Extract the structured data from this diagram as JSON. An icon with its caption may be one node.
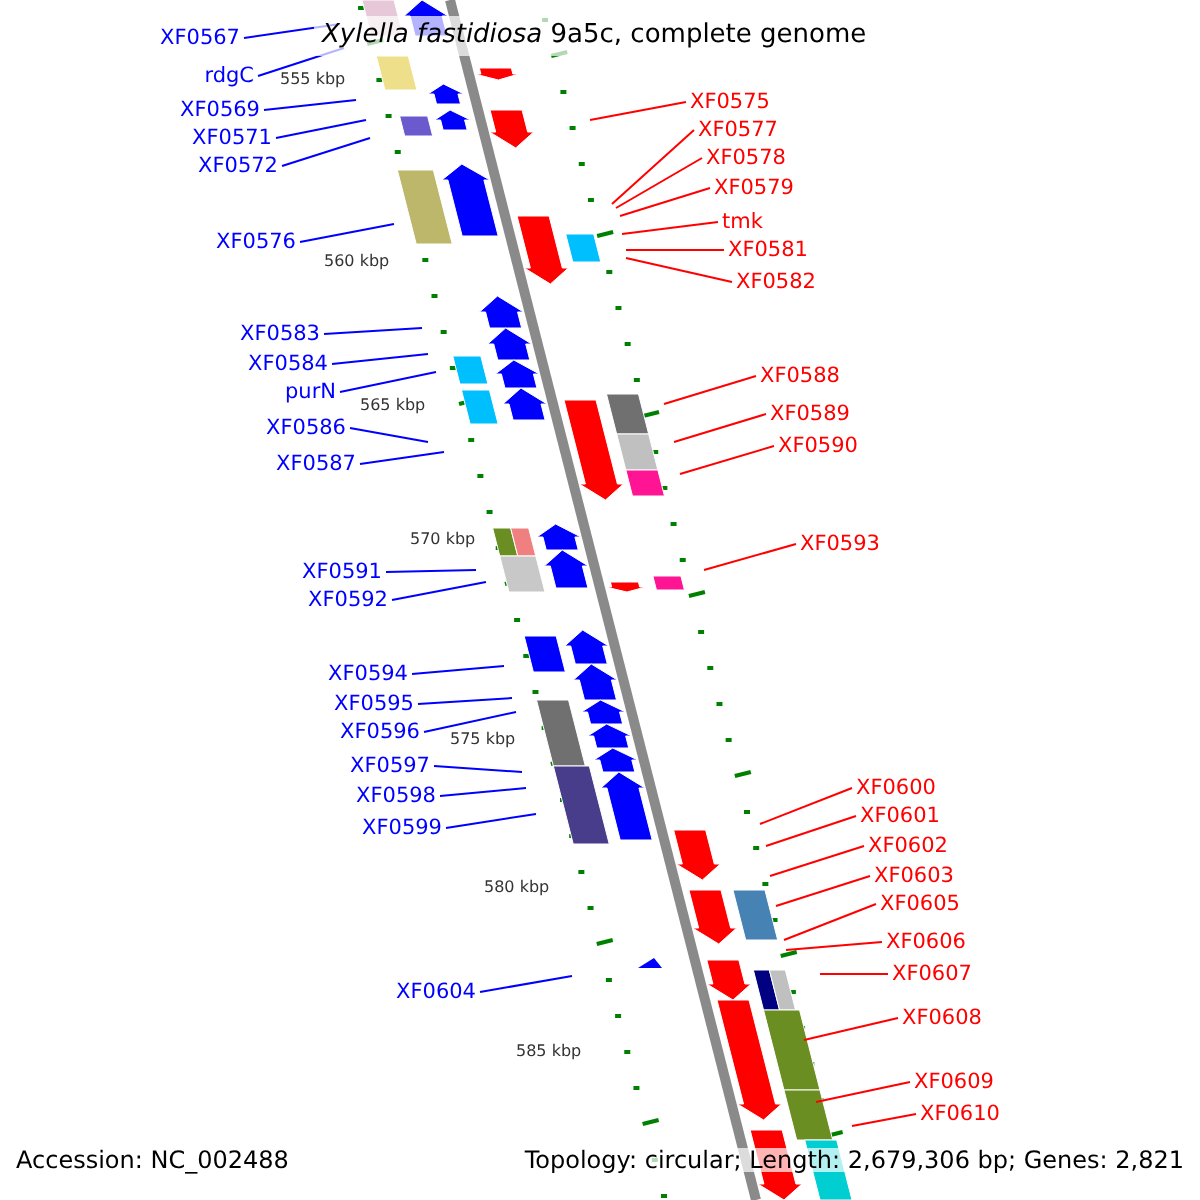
{
  "diagram": {
    "title": "*Xylella fastidiosa* 9a5c, complete genome",
    "nodes": [
      {
        "text": [
          "XF0567"
        ]
      },
      {
        "text": [
          "rdgC"
        ]
      },
      {
        "text": [
          "XF0569"
        ]
      },
      {
        "text": [
          "XF0571"
        ]
      },
      {
        "text": [
          "XF0572"
        ]
      },
      {
        "text": [
          "XF0576"
        ]
      },
      {
        "text": [
          "XF0583"
        ]
      },
      {
        "text": [
          "XF0584"
        ]
      },
      {
        "text": [
          "purN"
        ]
      },
      {
        "text": [
          "XF0586"
        ]
      },
      {
        "text": [
          "XF0587"
        ]
      },
      {
        "text": [
          "XF0591"
        ]
      },
      {
        "text": [
          "XF0592"
        ]
      },
      {
        "text": [
          "XF0594"
        ]
      },
      {
        "text": [
          "XF0595"
        ]
      },
      {
        "text": [
          "XF0596"
        ]
      },
      {
        "text": [
          "XF0597"
        ]
      },
      {
        "text": [
          "XF0598"
        ]
      },
      {
        "text": [
          "XF0599"
        ]
      },
      {
        "text": [
          "XF0604"
        ]
      },
      {
        "text": [
          "XF0575"
        ]
      },
      {
        "text": [
          "XF0577"
        ]
      },
      {
        "text": [
          "XF0578"
        ]
      },
      {
        "text": [
          "XF0579"
        ]
      },
      {
        "text": [
          "tmk"
        ]
      },
      {
        "text": [
          "XF0581"
        ]
      },
      {
        "text": [
          "XF0582"
        ]
      },
      {
        "text": [
          "XF0588"
        ]
      },
      {
        "text": [
          "XF0589"
        ]
      },
      {
        "text": [
          "XF0590"
        ]
      },
      {
        "text": [
          "XF0593"
        ]
      },
      {
        "text": [
          "XF0600"
        ]
      },
      {
        "text": [
          "XF0601"
        ]
      },
      {
        "text": [
          "XF0602"
        ]
      },
      {
        "text": [
          "XF0603"
        ]
      },
      {
        "text": [
          "XF0605"
        ]
      },
      {
        "text": [
          "XF0606"
        ]
      },
      {
        "text": [
          "XF0607"
        ]
      },
      {
        "text": [
          "XF0608"
        ]
      },
      {
        "text": [
          "XF0609"
        ]
      },
      {
        "text": [
          "XF0610"
        ]
      }
    ],
    "edges": [
      {
        "from": 0,
        "to": null,
        "arrow": "none",
        "color": "#0000ff"
      },
      {
        "from": 1,
        "to": null,
        "arrow": "none",
        "color": "#0000ff"
      },
      {
        "from": 2,
        "to": null,
        "arrow": "none",
        "color": "#0000ff"
      },
      {
        "from": 3,
        "to": null,
        "arrow": "none",
        "color": "#0000ff"
      },
      {
        "from": 4,
        "to": null,
        "arrow": "none",
        "color": "#0000ff"
      },
      {
        "from": 5,
        "to": null,
        "arrow": "none",
        "color": "#0000ff"
      },
      {
        "from": 6,
        "to": null,
        "arrow": "none",
        "color": "#0000ff"
      },
      {
        "from": 7,
        "to": null,
        "arrow": "none",
        "color": "#0000ff"
      },
      {
        "from": 8,
        "to": null,
        "arrow": "none",
        "color": "#0000ff"
      },
      {
        "from": 9,
        "to": null,
        "arrow": "none",
        "color": "#0000ff"
      },
      {
        "from": 10,
        "to": null,
        "arrow": "none",
        "color": "#0000ff"
      },
      {
        "from": 11,
        "to": null,
        "arrow": "none",
        "color": "#0000ff"
      },
      {
        "from": 12,
        "to": null,
        "arrow": "none",
        "color": "#0000ff"
      },
      {
        "from": 13,
        "to": null,
        "arrow": "none",
        "color": "#0000ff"
      },
      {
        "from": 14,
        "to": null,
        "arrow": "none",
        "color": "#0000ff"
      },
      {
        "from": 15,
        "to": null,
        "arrow": "none",
        "color": "#0000ff"
      },
      {
        "from": 16,
        "to": null,
        "arrow": "none",
        "color": "#0000ff"
      },
      {
        "from": 17,
        "to": null,
        "arrow": "none",
        "color": "#0000ff"
      },
      {
        "from": 18,
        "to": null,
        "arrow": "none",
        "color": "#0000ff"
      },
      {
        "from": 19,
        "to": null,
        "arrow": "none",
        "color": "#0000ff"
      },
      {
        "from": 20,
        "to": null,
        "arrow": "none"
      },
      {
        "from": 21,
        "to": null,
        "arrow": "none"
      },
      {
        "from": 22,
        "to": null,
        "arrow": "none"
      },
      {
        "from": 23,
        "to": null,
        "arrow": "none"
      },
      {
        "from": 24,
        "to": null,
        "arrow": "none"
      },
      {
        "from": 25,
        "to": null,
        "arrow": "none"
      },
      {
        "from": 26,
        "to": null,
        "arrow": "none"
      },
      {
        "from": 27,
        "to": null,
        "arrow": "none"
      },
      {
        "from": 28,
        "to": null,
        "arrow": "none"
      },
      {
        "from": 29,
        "to": null,
        "arrow": "none"
      },
      {
        "from": 30,
        "to": null,
        "arrow": "none"
      },
      {
        "from": 31,
        "to": null,
        "arrow": "none"
      },
      {
        "from": 32,
        "to": null,
        "arrow": "none"
      },
      {
        "from": 33,
        "to": null,
        "arrow": "none"
      },
      {
        "from": 34,
        "to": null,
        "arrow": "none"
      },
      {
        "from": 35,
        "to": null,
        "arrow": "none"
      },
      {
        "from": 36,
        "to": null,
        "arrow": "none"
      },
      {
        "from": 37,
        "to": null,
        "arrow": "none"
      },
      {
        "from": 38,
        "to": null,
        "arrow": "none"
      },
      {
        "from": 39,
        "to": null,
        "arrow": "none"
      },
      {
        "from": 40,
        "to": null,
        "arrow": "none"
      }
    ],
    "labels": [
      "555 kbp",
      "560 kbp",
      "565 kbp",
      "570 kbp",
      "575 kbp",
      "580 kbp",
      "585 kbp",
      "Accession: NC_002488",
      "Topology: circular; Length: 2,679,306 bp; Genes: 2,821"
    ]
  }
}
